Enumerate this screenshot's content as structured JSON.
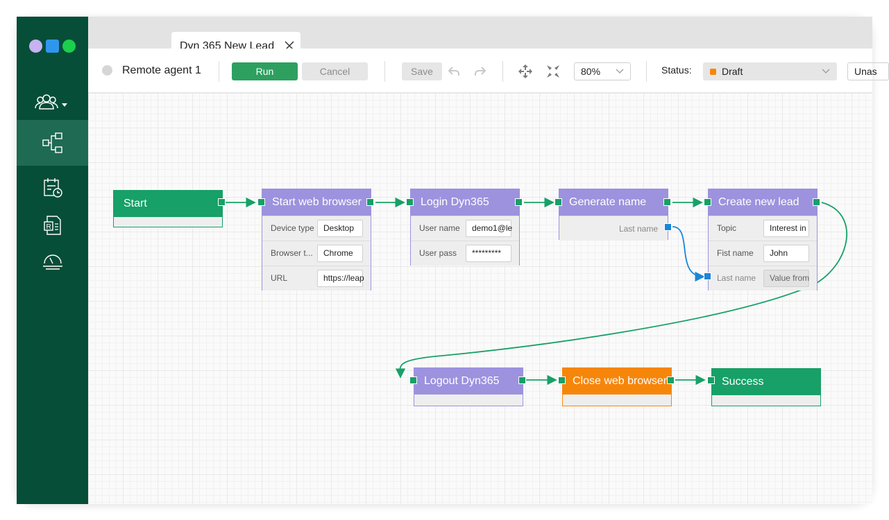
{
  "colors": {
    "sidebar": "#064e38",
    "green": "#17a067",
    "purple": "#9c92de",
    "orange": "#f6860a",
    "run": "#2da060",
    "draft": "#f6860a",
    "link_blue": "#1a86d8"
  },
  "sidebar": {
    "icons": [
      "users-icon",
      "workflow-icon",
      "schedule-icon",
      "report-icon",
      "dashboard-icon"
    ]
  },
  "tab": {
    "title": "Dyn 365 New Lead"
  },
  "toolbar": {
    "agent": "Remote agent 1",
    "run": "Run",
    "cancel": "Cancel",
    "save": "Save",
    "zoom": "80%",
    "status_label": "Status:",
    "status_value": "Draft",
    "assign_value": "Unas"
  },
  "nodes": {
    "start": {
      "title": "Start"
    },
    "browser": {
      "title": "Start web browser",
      "rows": [
        {
          "label": "Device type",
          "value": "Desktop"
        },
        {
          "label": "Browser t...",
          "value": "Chrome"
        },
        {
          "label": "URL",
          "value": "https://leap"
        }
      ]
    },
    "login": {
      "title": "Login Dyn365",
      "rows": [
        {
          "label": "User name",
          "value": "demo1@le"
        },
        {
          "label": "User pass",
          "value": "*********"
        }
      ]
    },
    "genname": {
      "title": "Generate name",
      "output": "Last name"
    },
    "lead": {
      "title": "Create new lead",
      "rows": [
        {
          "label": "Topic",
          "value": "Interest in"
        },
        {
          "label": "Fist name",
          "value": "John"
        },
        {
          "label": "Last name",
          "value": "Value from"
        }
      ]
    },
    "logout": {
      "title": "Logout Dyn365"
    },
    "close": {
      "title": "Close web browser"
    },
    "success": {
      "title": "Success"
    }
  }
}
